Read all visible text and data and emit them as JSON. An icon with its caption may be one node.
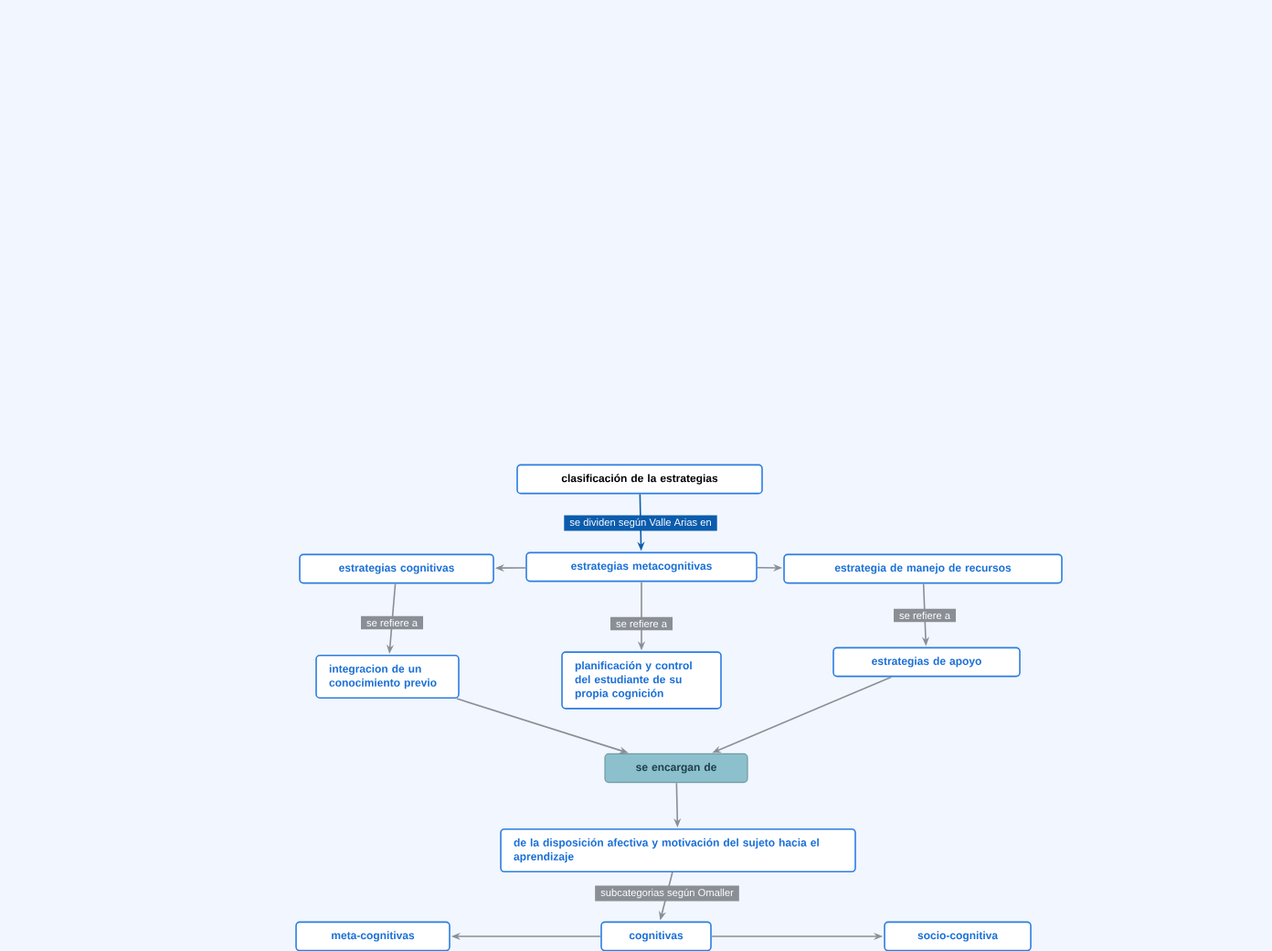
{
  "diagram": {
    "nodes": [
      {
        "text": [
          "clasificación de la estrategias"
        ]
      },
      {
        "text": [
          "estrategias metacognitivas"
        ]
      },
      {
        "text": [
          "estrategias cognitivas"
        ]
      },
      {
        "text": [
          "estrategia de manejo de recursos"
        ]
      },
      {
        "text": [
          "integracion de un conocimiento previo"
        ]
      },
      {
        "text": [
          "planificación y control del estudiante de su propia cognición"
        ]
      },
      {
        "text": [
          "estrategias de apoyo"
        ]
      },
      {
        "text": [
          "se encargan de"
        ]
      },
      {
        "text": [
          "de la disposición afectiva y motivación del sujeto hacia el aprendizaje"
        ]
      },
      {
        "text": [
          "meta-cognitivas"
        ]
      },
      {
        "text": [
          "cognitivas"
        ]
      },
      {
        "text": [
          "socio-cognitiva"
        ]
      }
    ],
    "edges": [
      {
        "from": 0,
        "to": 1,
        "arrow": "to",
        "label": "se dividen según Valle Arias en",
        "color": "#0b5cad"
      },
      {
        "from": 1,
        "to": 2,
        "arrow": "to"
      },
      {
        "from": 1,
        "to": 3,
        "arrow": "to"
      },
      {
        "from": 2,
        "to": 4,
        "arrow": "to",
        "label": "se refiere a"
      },
      {
        "from": 1,
        "to": 5,
        "arrow": "to",
        "label": "se refiere a"
      },
      {
        "from": 3,
        "to": 6,
        "arrow": "to",
        "label": "se refiere a"
      },
      {
        "from": 4,
        "to": 7,
        "arrow": "to"
      },
      {
        "from": 6,
        "to": 7,
        "arrow": "to"
      },
      {
        "from": 7,
        "to": 8,
        "arrow": "to"
      },
      {
        "from": 8,
        "to": 10,
        "arrow": "to",
        "label": "subcategorias según Omaller"
      },
      {
        "from": 10,
        "to": 9,
        "arrow": "to"
      },
      {
        "from": 10,
        "to": 11,
        "arrow": "to"
      }
    ]
  }
}
